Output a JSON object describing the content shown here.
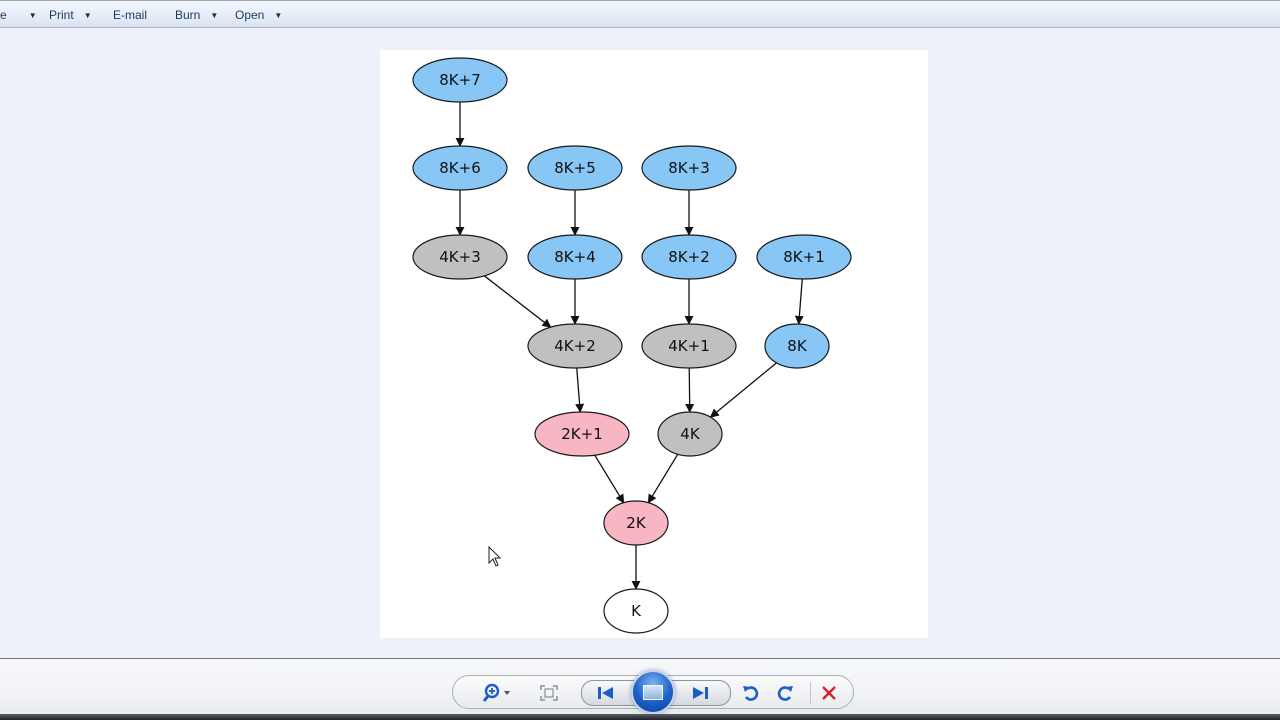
{
  "menubar": {
    "items": [
      {
        "label": "e",
        "has_dropdown": true
      },
      {
        "label": "Print",
        "has_dropdown": true
      },
      {
        "label": "E-mail",
        "has_dropdown": false
      },
      {
        "label": "Burn",
        "has_dropdown": true
      },
      {
        "label": "Open",
        "has_dropdown": true
      }
    ]
  },
  "diagram": {
    "colors": {
      "blue": "#87c6f5",
      "gray": "#c0c0c0",
      "pink": "#f7b6c2",
      "white": "#ffffff",
      "stroke": "#1a1a1a"
    },
    "nodes": [
      {
        "id": "n8k7",
        "label": "8K+7",
        "color": "blue"
      },
      {
        "id": "n8k6",
        "label": "8K+6",
        "color": "blue"
      },
      {
        "id": "n8k5",
        "label": "8K+5",
        "color": "blue"
      },
      {
        "id": "n8k3",
        "label": "8K+3",
        "color": "blue"
      },
      {
        "id": "n4k3",
        "label": "4K+3",
        "color": "gray"
      },
      {
        "id": "n8k4",
        "label": "8K+4",
        "color": "blue"
      },
      {
        "id": "n8k2",
        "label": "8K+2",
        "color": "blue"
      },
      {
        "id": "n8k1",
        "label": "8K+1",
        "color": "blue"
      },
      {
        "id": "n4k2",
        "label": "4K+2",
        "color": "gray"
      },
      {
        "id": "n4k1",
        "label": "4K+1",
        "color": "gray"
      },
      {
        "id": "n8k",
        "label": "8K",
        "color": "blue"
      },
      {
        "id": "n2k1",
        "label": "2K+1",
        "color": "pink"
      },
      {
        "id": "n4k",
        "label": "4K",
        "color": "gray"
      },
      {
        "id": "n2k",
        "label": "2K",
        "color": "pink"
      },
      {
        "id": "nk",
        "label": "K",
        "color": "white"
      }
    ],
    "edges": [
      [
        "8K+7",
        "8K+6"
      ],
      [
        "8K+6",
        "4K+3"
      ],
      [
        "8K+5",
        "8K+4"
      ],
      [
        "8K+3",
        "8K+2"
      ],
      [
        "4K+3",
        "4K+2"
      ],
      [
        "8K+4",
        "4K+2"
      ],
      [
        "8K+2",
        "4K+1"
      ],
      [
        "8K+1",
        "8K"
      ],
      [
        "4K+2",
        "2K+1"
      ],
      [
        "4K+1",
        "4K"
      ],
      [
        "8K",
        "4K"
      ],
      [
        "2K+1",
        "2K"
      ],
      [
        "4K",
        "2K"
      ],
      [
        "2K",
        "K"
      ]
    ]
  },
  "controls": {
    "zoom": "zoom-icon",
    "fit": "actual-size-icon",
    "previous": "previous-icon",
    "slideshow": "slideshow-icon",
    "next": "next-icon",
    "rotate_ccw": "rotate-counterclockwise-icon",
    "rotate_cw": "rotate-clockwise-icon",
    "delete": "delete-icon",
    "accent": "#1a5fc9",
    "delete_color": "#d8202a"
  }
}
